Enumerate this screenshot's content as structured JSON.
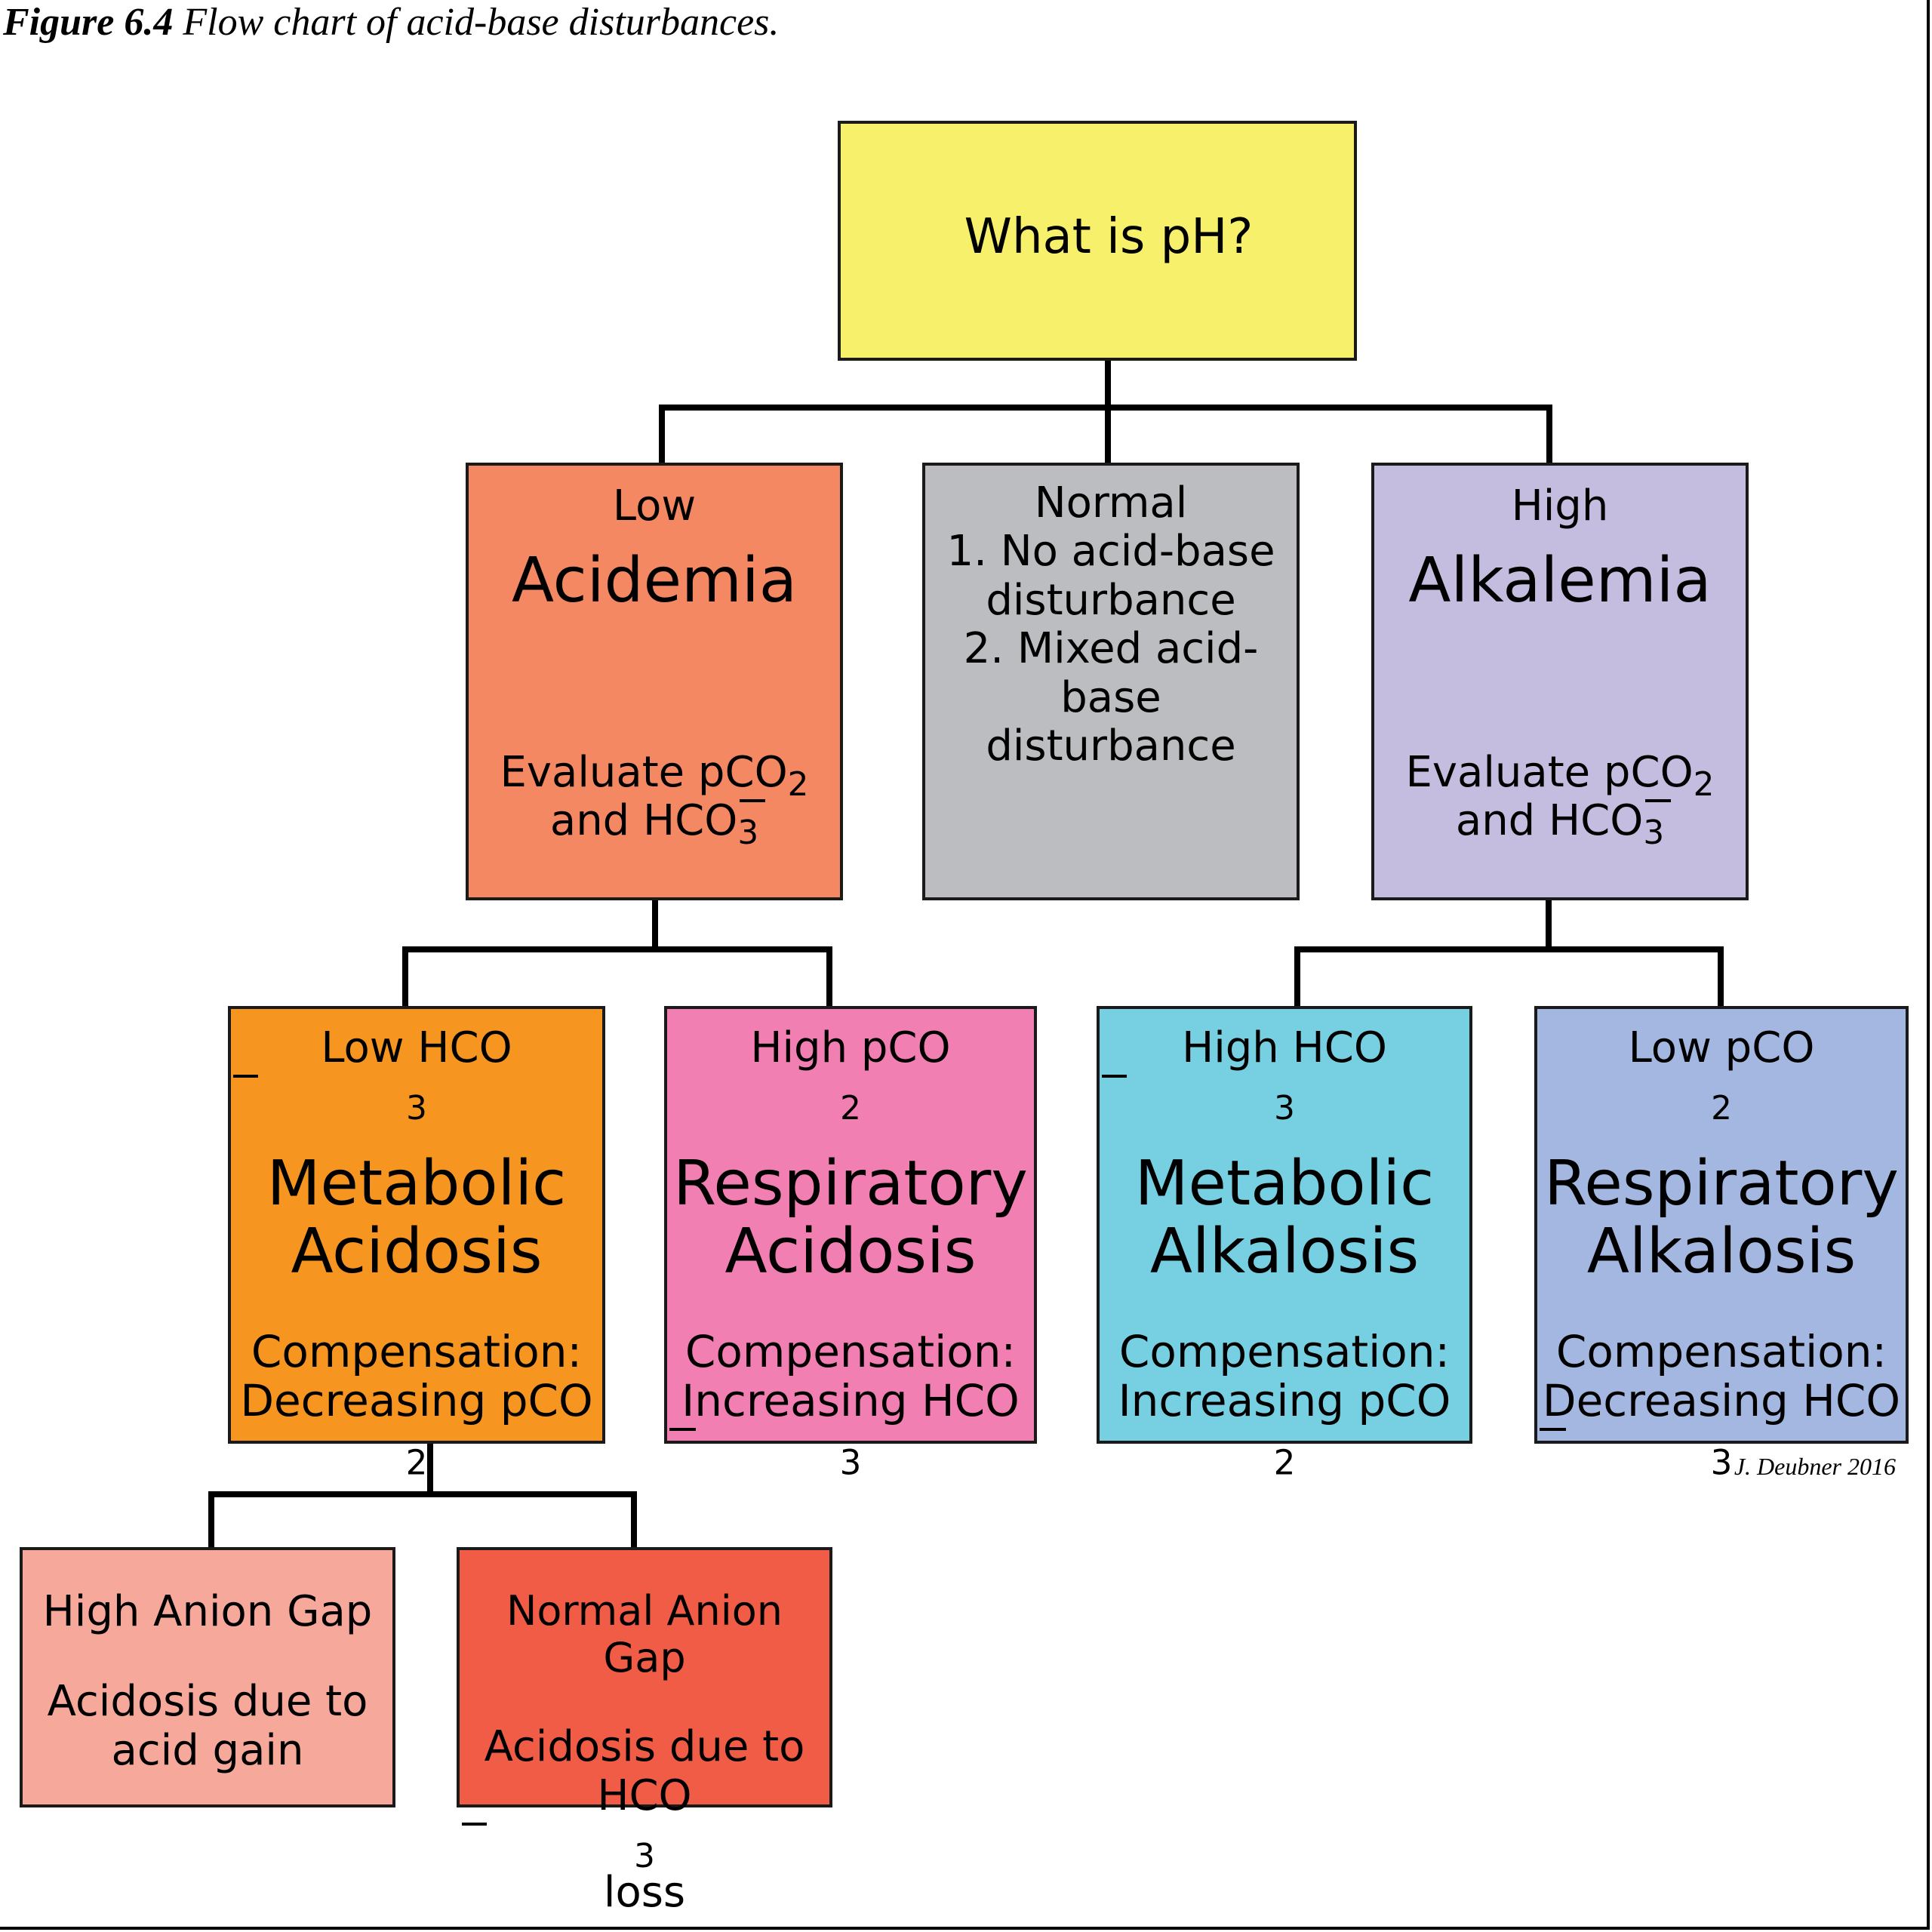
{
  "caption": {
    "figure_label": "Figure 6.4",
    "text": "Flow chart of acid-base disturbances."
  },
  "root": {
    "label": "What is pH?",
    "color": "#f6f06b"
  },
  "level1": {
    "low": {
      "top": "Low",
      "title": "Acidemia",
      "eval_line1": "Evaluate pCO",
      "eval_line2": "and HCO",
      "color": "#f48863"
    },
    "normal": {
      "top": "Normal",
      "item1_num": "1.",
      "item1_line1": "No acid-base",
      "item1_line2": "disturbance",
      "item2_num": "2.",
      "item2_line1": "Mixed acid-base",
      "item2_line2": "disturbance",
      "color": "#bcbdc0"
    },
    "high": {
      "top": "High",
      "title": "Alkalemia",
      "eval_line1": "Evaluate pCO",
      "eval_line2": "and HCO",
      "color": "#c4bde0"
    }
  },
  "level2": {
    "metabolic_acidosis": {
      "top": "Low HCO",
      "title_line1": "Metabolic",
      "title_line2": "Acidosis",
      "comp_label": "Compensation:",
      "comp_text": "Decreasing pCO",
      "color": "#f6951f"
    },
    "respiratory_acidosis": {
      "top": "High pCO",
      "title_line1": "Respiratory",
      "title_line2": "Acidosis",
      "comp_label": "Compensation:",
      "comp_text": "Increasing HCO",
      "color": "#f17fb2"
    },
    "metabolic_alkalosis": {
      "top": "High HCO",
      "title_line1": "Metabolic",
      "title_line2": "Alkalosis",
      "comp_label": "Compensation:",
      "comp_text": "Increasing pCO",
      "color": "#77cfe2"
    },
    "respiratory_alkalosis": {
      "top": "Low pCO",
      "title_line1": "Respiratory",
      "title_line2": "Alkalosis",
      "comp_label": "Compensation:",
      "comp_text": "Decreasing HCO",
      "color": "#a3b7e0"
    }
  },
  "level3": {
    "high_anion_gap": {
      "title": "High Anion Gap",
      "desc_line1": "Acidosis due to",
      "desc_line2": "acid gain",
      "color": "#f6a89b"
    },
    "normal_anion_gap": {
      "title": "Normal Anion Gap",
      "desc_line1": "Acidosis due to",
      "desc_line2": "HCO",
      "desc_line2_tail": "loss",
      "color": "#f05c46"
    }
  },
  "chem": {
    "sub_two": "2",
    "sub_three": "3"
  },
  "signature": "J. Deubner 2016"
}
